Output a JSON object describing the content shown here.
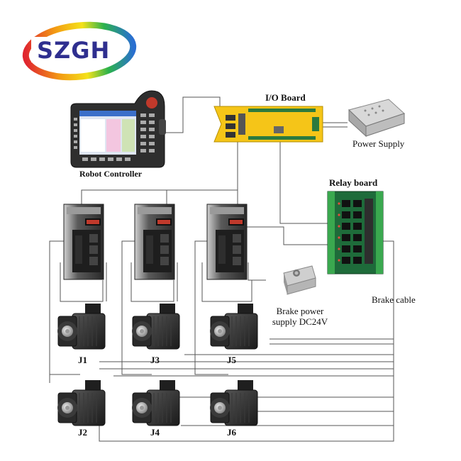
{
  "logo": {
    "text": "SZGH"
  },
  "labels": {
    "robot_controller": "Robot Controller",
    "io_board": "I/O Board",
    "power_supply": "Power Supply",
    "relay_board": "Relay board",
    "brake_power_line1": "Brake power",
    "brake_power_line2": "supply DC24V",
    "brake_cable": "Brake cable"
  },
  "joints": [
    "J1",
    "J3",
    "J5",
    "J2",
    "J4",
    "J6"
  ],
  "colors": {
    "io_board": "#f5c518",
    "relay_board": "#1e6b3a",
    "relay_terminal": "#3aa84f",
    "servo_drive": "#3a3a3a",
    "motor": "#2b2b2b",
    "logo_blue": "#2f2f8f"
  }
}
